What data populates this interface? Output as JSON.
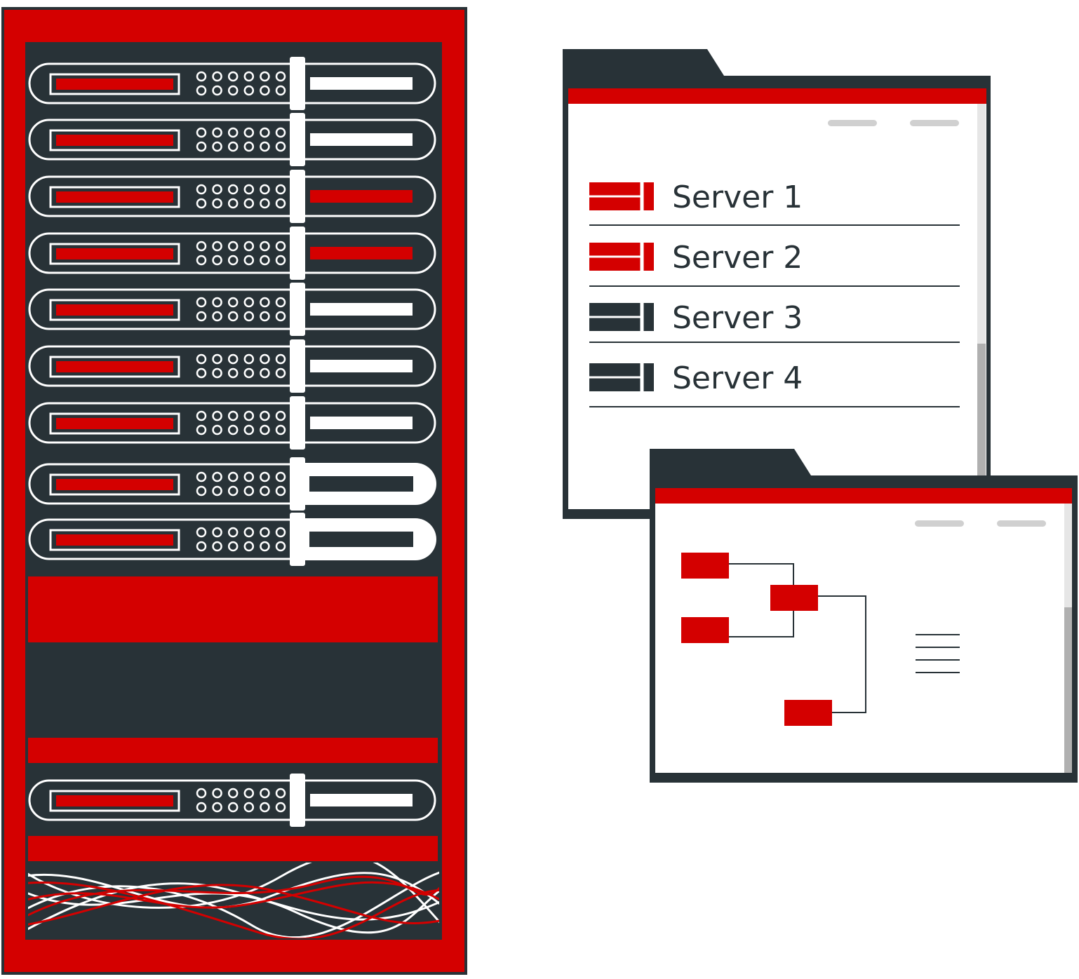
{
  "colors": {
    "red": "#d40000",
    "dark": "#283237",
    "white": "#ffffff",
    "gray": "#d0d0d0",
    "scroll": "#b0b0b0"
  },
  "rack": {
    "units": [
      {
        "name": "rack-unit-1",
        "indicator": "white"
      },
      {
        "name": "rack-unit-2",
        "indicator": "white"
      },
      {
        "name": "rack-unit-3",
        "indicator": "red"
      },
      {
        "name": "rack-unit-4",
        "indicator": "red"
      },
      {
        "name": "rack-unit-5",
        "indicator": "white"
      },
      {
        "name": "rack-unit-6",
        "indicator": "white"
      },
      {
        "name": "rack-unit-7",
        "indicator": "white"
      },
      {
        "name": "rack-unit-8",
        "indicator": "dark-pill"
      },
      {
        "name": "rack-unit-9",
        "indicator": "dark-pill"
      },
      {
        "name": "rack-unit-10",
        "indicator": "white"
      }
    ]
  },
  "server_list": {
    "items": [
      {
        "label": "Server 1",
        "status_color": "red"
      },
      {
        "label": "Server 2",
        "status_color": "red"
      },
      {
        "label": "Server 3",
        "status_color": "dark"
      },
      {
        "label": "Server 4",
        "status_color": "dark"
      }
    ]
  },
  "topology": {
    "nodes": [
      "node-a",
      "node-b",
      "node-hub",
      "node-c"
    ]
  }
}
